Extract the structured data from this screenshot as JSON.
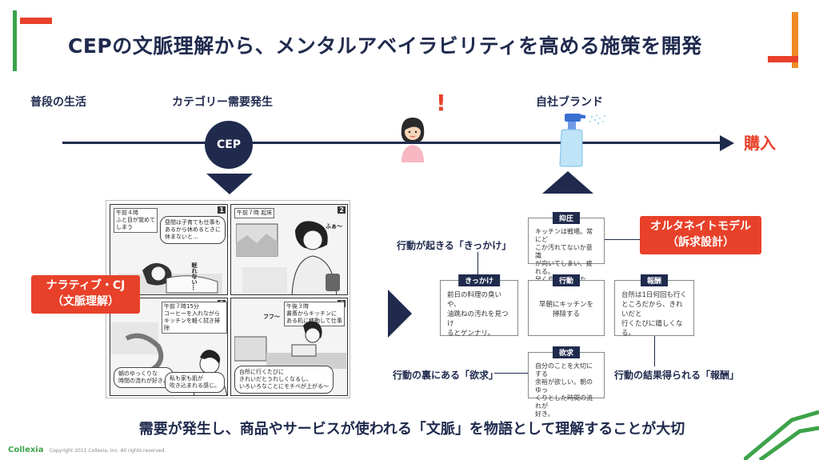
{
  "title": "CEPの文脈理解から、メンタルアベイラビリティを高める施策を開発",
  "timeline": {
    "daily_life": "普段の生活",
    "category_demand": "カテゴリー需要発生",
    "own_brand": "自社ブランド",
    "purchase": "購入",
    "cep": "CEP",
    "exclaim": "!"
  },
  "narrative_callout": "ナラティブ・CJ\n（文脈理解）",
  "alternate_callout": "オルタネイトモデル\n（訴求設計）",
  "manga": {
    "panels": [
      {
        "num": "1",
        "caption": "午前４時\nふと目が覚めて\nしまう",
        "bubble": "昼間は子育ても仕事も\nあるから休めるときに\n休まないと…",
        "sfx": "眠れない…"
      },
      {
        "num": "2",
        "caption": "午前７時 起床",
        "bubble": "",
        "sfx": "ふぁ〜"
      },
      {
        "num": "3",
        "caption": "午前７時15分\nコーヒーを入れながら\nキッチンを軽く拭き掃除",
        "bubble": "朝のゆっくりな\n時間の流れが好き。",
        "bubble2": "私も家も肌が\n吹き込まれる感じ。"
      },
      {
        "num": "4",
        "caption": "午後３時\n書斎からキッチンに\nある机に移動して仕事",
        "bubble": "台所に行くたびに\nきれいだとうれしくなるし、\nいろいろなことにモチベが上がる〜",
        "sfx": "フフ〜"
      }
    ]
  },
  "diagram": {
    "kikkake": {
      "header": "きっかけ",
      "body": "前日の料理の臭いや、\n油跳ねの汚れを見つけ\nるとゲンナリ。"
    },
    "action": {
      "header": "行動",
      "body": "早朝にキッチンを\n掃除する"
    },
    "reward": {
      "header": "報酬",
      "body": "台所は1日何回も行く\nところだから、きれいだと\n行くたびに嬉しくなる。"
    },
    "suppress": {
      "header": "抑圧",
      "body": "キッチンは戦場。常にど\nこか汚れてないか意識\nが向いてしまい、疲れる。\n早く自室に帰りたい。"
    },
    "desire": {
      "header": "欲求",
      "body": "自分のことを大切にする\n余裕が欲しい。朝のゆっ\nくりとした時間の流れが\n好き。"
    },
    "label_trigger": "行動が起きる「きっかけ」",
    "label_desire": "行動の裏にある「欲求」",
    "label_reward": "行動の結果得られる「報酬」"
  },
  "bottom_message": "需要が発生し、商品やサービスが使われる「文脈」を物語として理解することが大切",
  "footer": {
    "logo": "Collexia",
    "copyright": "Copyright 2011 Collexia, Inc. All rights reserved."
  },
  "colors": {
    "navy": "#1f2a4d",
    "accent_red": "#e8412a",
    "accent_green": "#3da34a",
    "accent_orange": "#f08a24"
  }
}
